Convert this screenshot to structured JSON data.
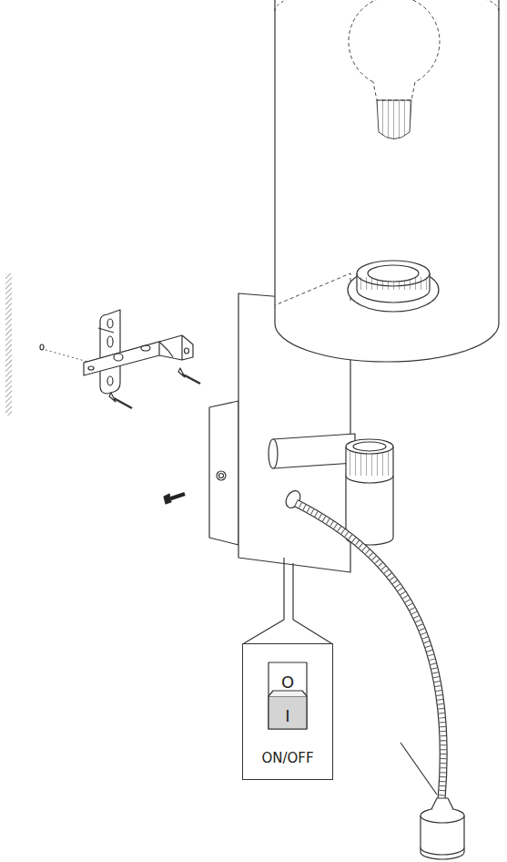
{
  "diagram": {
    "nodes": [
      {
        "text": [
          "O",
          "I",
          "ON/OFF"
        ]
      }
    ]
  }
}
